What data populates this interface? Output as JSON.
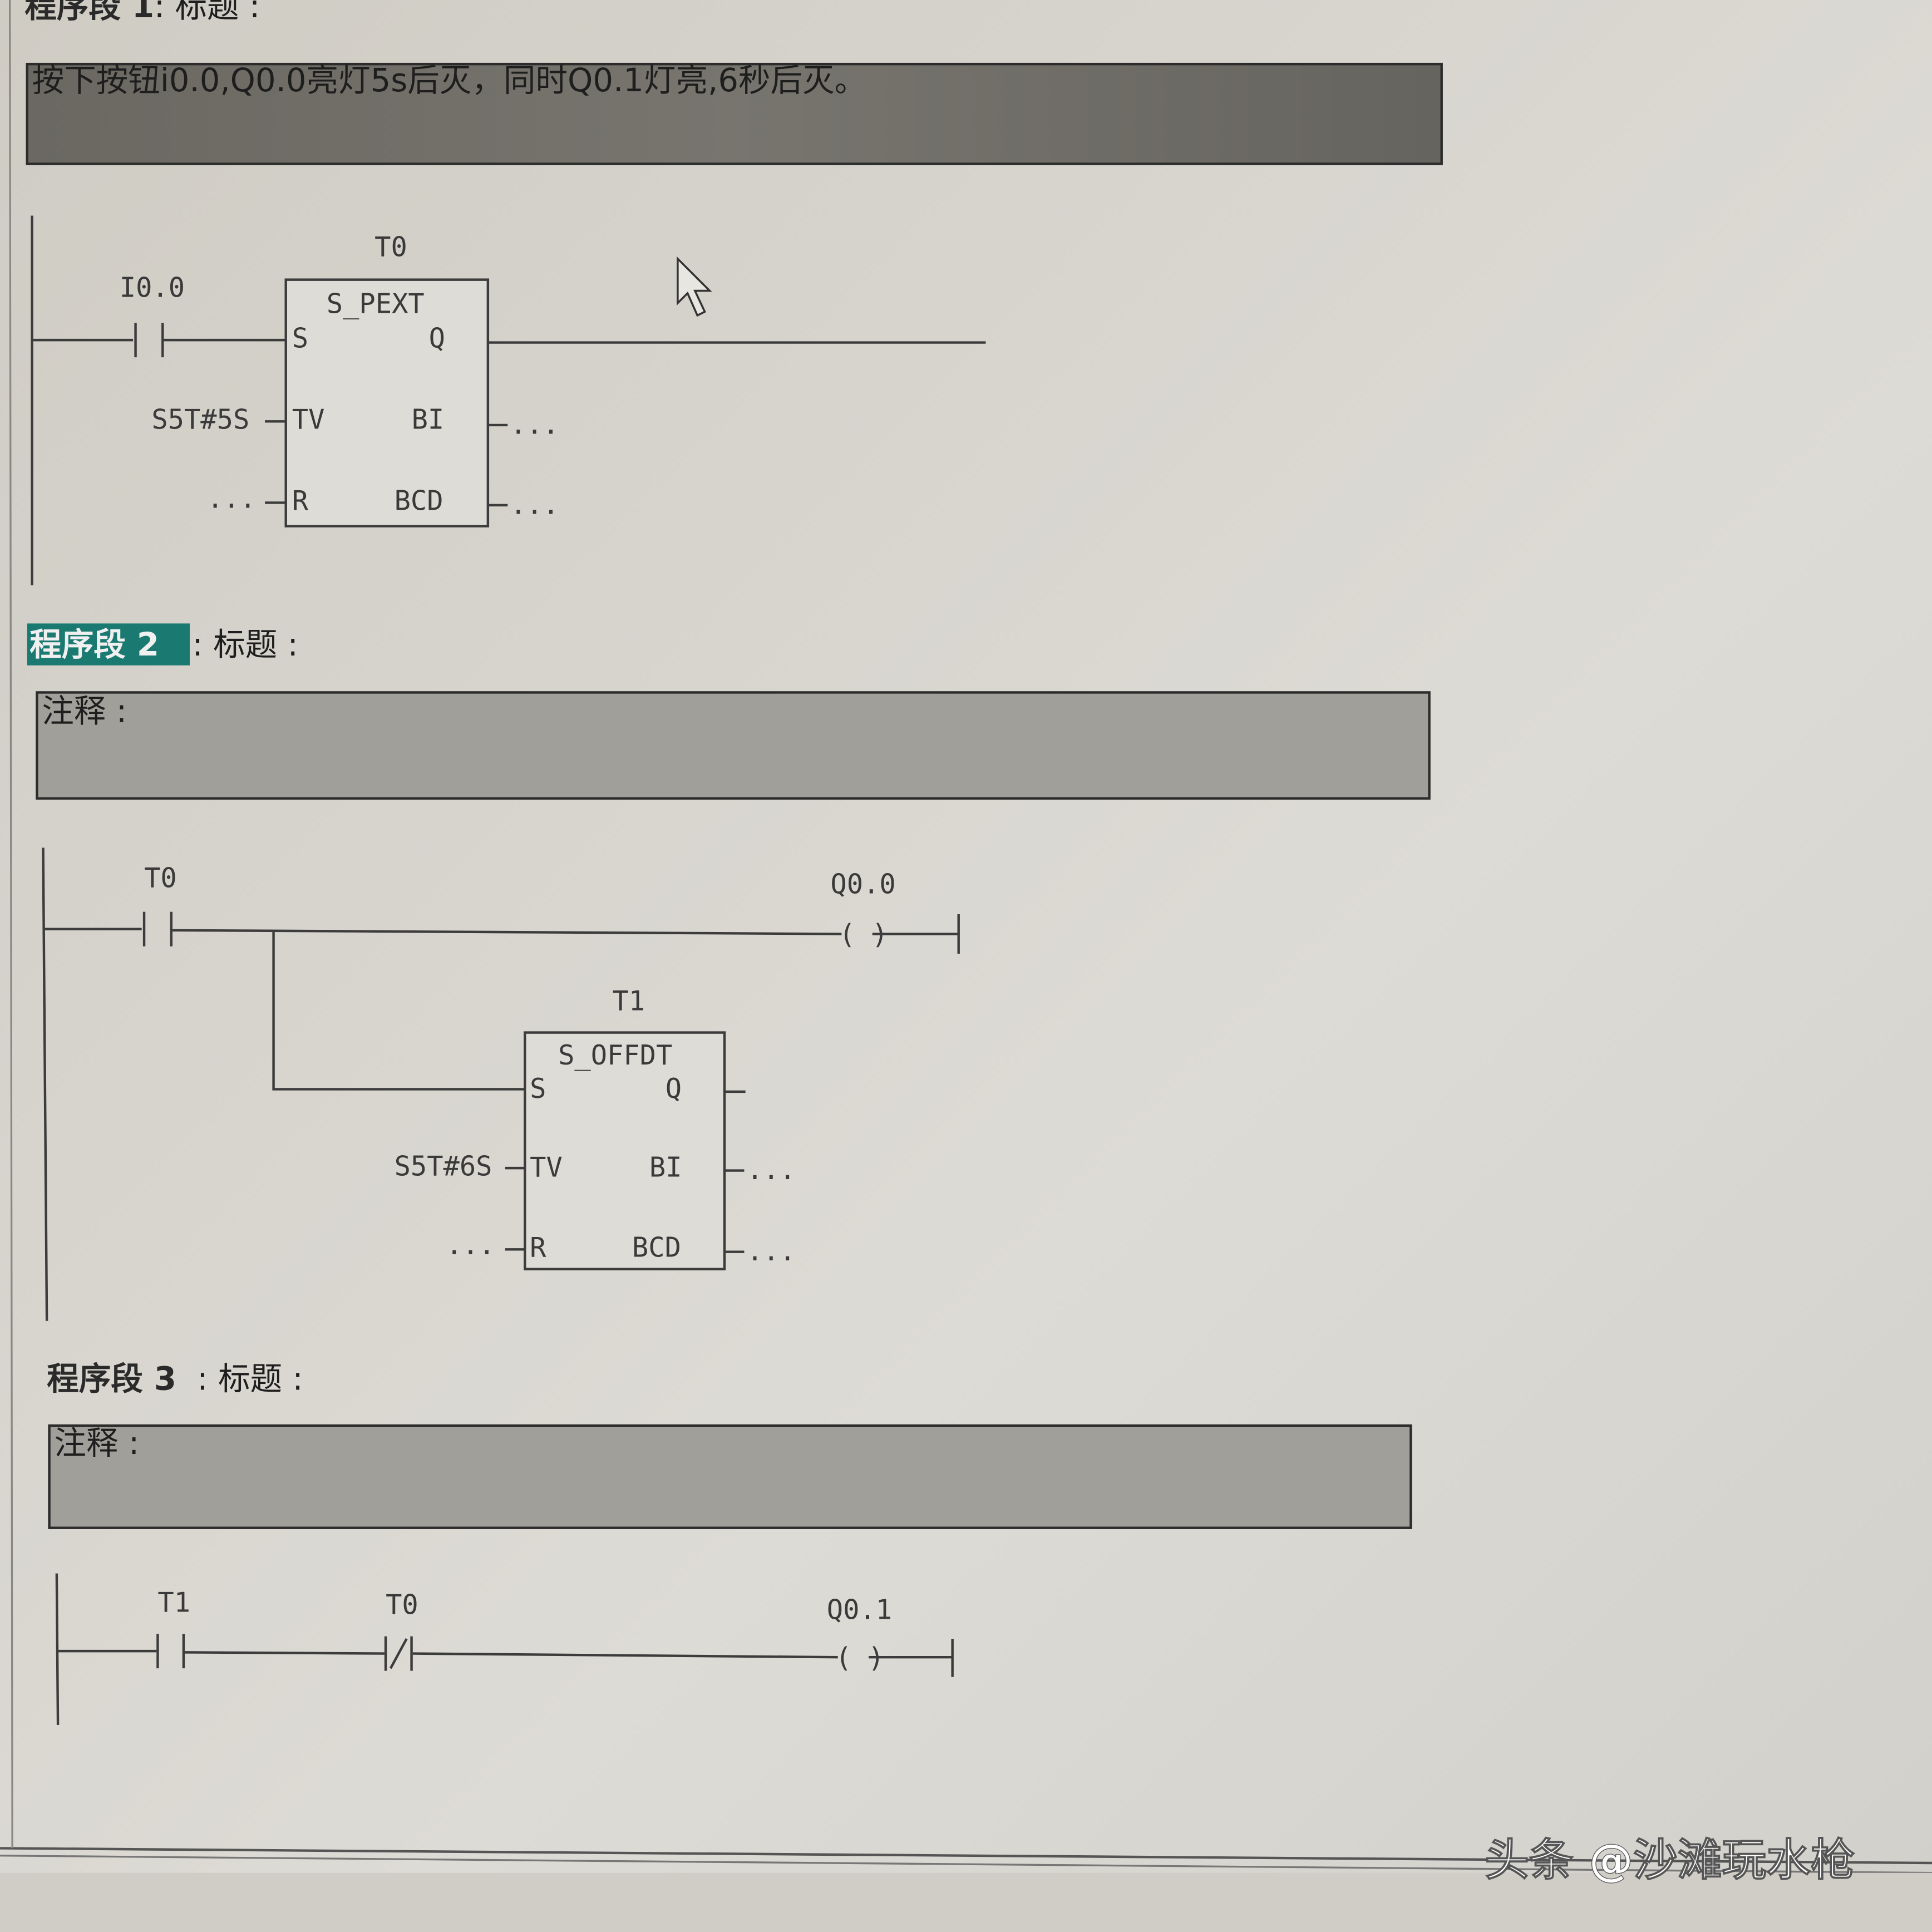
{
  "networks": [
    {
      "label": "程序段 1",
      "title": ": 标题 :",
      "comment": "按下按钮i0.0,Q0.0亮灯5s后灭，同时Q0.1灯亮,6秒后灭。",
      "contact": "I0.0",
      "timer": "T0",
      "block": "S_PEXT",
      "tv": "S5T#5S",
      "pins": {
        "s": "S",
        "q": "Q",
        "tv": "TV",
        "bi": "BI",
        "r": "R",
        "bcd": "BCD"
      },
      "dots": "..."
    },
    {
      "label": "程序段 2",
      "title": ": 标题 :",
      "comment": "注释 :",
      "selected": true,
      "contact": "T0",
      "coil": "Q0.0",
      "timer": "T1",
      "block": "S_OFFDT",
      "tv": "S5T#6S",
      "pins": {
        "s": "S",
        "q": "Q",
        "tv": "TV",
        "bi": "BI",
        "r": "R",
        "bcd": "BCD"
      },
      "dots": "..."
    },
    {
      "label": "程序段 3",
      "title": ": 标题 :",
      "comment": "注释 :",
      "contact1": "T1",
      "contact2_nc": "T0",
      "coil": "Q0.1"
    }
  ],
  "coil_symbol": "( )",
  "watermark": "头条 @沙滩玩水枪",
  "colors": {
    "selection": "#1a7a72",
    "comment_dark": "#6f6d66",
    "comment_light": "#a19f99",
    "background": "#d6d4cd"
  }
}
